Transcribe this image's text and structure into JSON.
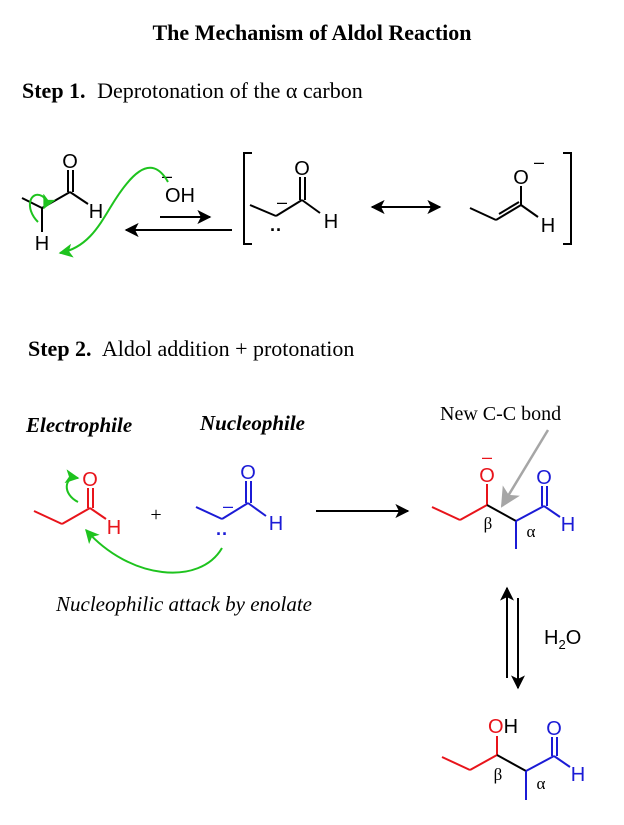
{
  "title": "The Mechanism of Aldol Reaction",
  "step1": {
    "label": "Step 1.",
    "desc": "Deprotonation of the α carbon",
    "atoms": {
      "O": "O",
      "H": "H",
      "OH": "OH",
      "minus": "–",
      "lone_pair": "··"
    }
  },
  "step2": {
    "label": "Step 2.",
    "desc": "Aldol addition + protonation",
    "electrophile": "Electrophile",
    "nucleophile": "Nucleophile",
    "plus": "+",
    "new_bond_label": "New C-C bond",
    "attack_caption": "Nucleophilic attack by enolate",
    "reagent": {
      "main": "H",
      "sub": "2",
      "tail": "O"
    },
    "alpha": "α",
    "beta": "β",
    "OH": "OH"
  },
  "colors": {
    "electrophile": "#e8141b",
    "nucleophile": "#1b1bd6",
    "curved_arrow": "#1ec31e",
    "pointer_arrow": "#a6a6a6",
    "text": "#000000"
  }
}
